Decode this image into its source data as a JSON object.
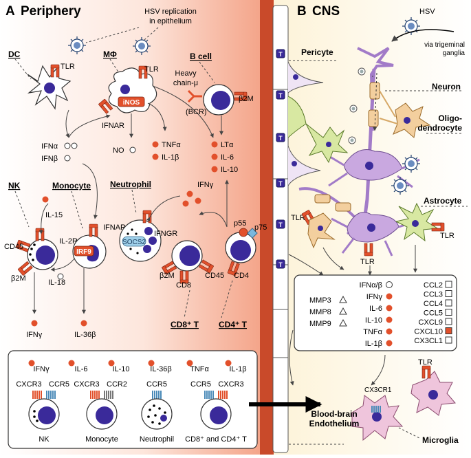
{
  "panel_a": {
    "letter": "A",
    "title": "Periphery",
    "hsv_note_line1": "HSV replication",
    "hsv_note_line2": "in epithelium",
    "dc": "DC",
    "dc_tlr": "TLR",
    "mphi": "MΦ",
    "mphi_tlr": "TLR",
    "inos": "iNOS",
    "ifnar": "IFNAR",
    "no": "NO",
    "tnfa": "TNFα",
    "il1b": "IL-1β",
    "bcell": "B cell",
    "heavy1": "Heavy",
    "heavy2": "chain-μ",
    "bcr": "(BCR)",
    "b2m": "β2M",
    "lta": "LTα",
    "il6": "IL-6",
    "il10": "IL-10",
    "ifna": "IFNα",
    "ifnb": "IFNβ",
    "nk": "NK",
    "il15": "IL-15",
    "il2rgc": "IL-2Rγc",
    "cd45": "CD45",
    "nk_b2m": "β2M",
    "il18": "IL-18",
    "ifng": "IFNγ",
    "monocyte": "Monocyte",
    "mono_ifnar": "IFNAR",
    "irf9": "IRF9",
    "il36b": "IL-36β",
    "neutrophil": "Neutrophil",
    "ifngr": "IFNGR",
    "socs2": "SOCS2",
    "t_ifng": "IFNγ",
    "p55": "p55",
    "p75": "p75",
    "cd8_b2m": "β2M",
    "cd8": "CD8",
    "cd45_t": "CD45",
    "cd4": "CD4",
    "cd8t": "CD8⁺ T",
    "cd4t": "CD4⁺ T"
  },
  "bottom_box": {
    "cytokines": [
      "IFNγ",
      "IL-6",
      "IL-10",
      "IL-36β",
      "TNFα",
      "IL-1β"
    ],
    "receptors": [
      {
        "labels": [
          "CXCR3",
          "CCR5"
        ],
        "cell": "NK"
      },
      {
        "labels": [
          "CXCR3",
          "CCR2"
        ],
        "cell": "Monocyte"
      },
      {
        "labels": [
          "CCR5"
        ],
        "cell": "Neutrophil"
      },
      {
        "labels": [
          "CCR5",
          "CXCR3"
        ],
        "cell": "CD8⁺ and CD4⁺ T"
      }
    ]
  },
  "panel_b": {
    "letter": "B",
    "title": "CNS",
    "hsv": "HSV",
    "via1": "via trigeminal",
    "via2": "ganglia",
    "pericyte": "Pericyte",
    "neuron": "Neuron",
    "oligo1": "Oligo-",
    "oligo2": "dendrocyte",
    "astrocyte": "Astrocyte",
    "tlr_left": "TLR",
    "tlr_bottom": "TLR",
    "tlr_astro": "TLR",
    "tight_junction": "T",
    "mmps": [
      "MMP3",
      "MMP8",
      "MMP9"
    ],
    "cytokines": [
      "IFNα/β",
      "IFNγ",
      "IL-6",
      "IL-10",
      "TNFα",
      "IL-1β"
    ],
    "chemokines": [
      "CCL2",
      "CCL3",
      "CCL4",
      "CCL5",
      "CXCL9",
      "CXCL10",
      "CX3CL1"
    ],
    "microglia": "Microglia",
    "cx3cr1": "CX3CR1",
    "tlr_micro": "TLR",
    "bbb1": "Blood-brain",
    "bbb2": "Endothelium"
  },
  "colors": {
    "red": "#e2502b",
    "nucleus": "#3a2a9a",
    "gradient": "#f4a58a",
    "neuron": "#c9a8e0",
    "oligo": "#f3cf9e",
    "astro": "#d8e8a2",
    "micro": "#efc5dc"
  }
}
